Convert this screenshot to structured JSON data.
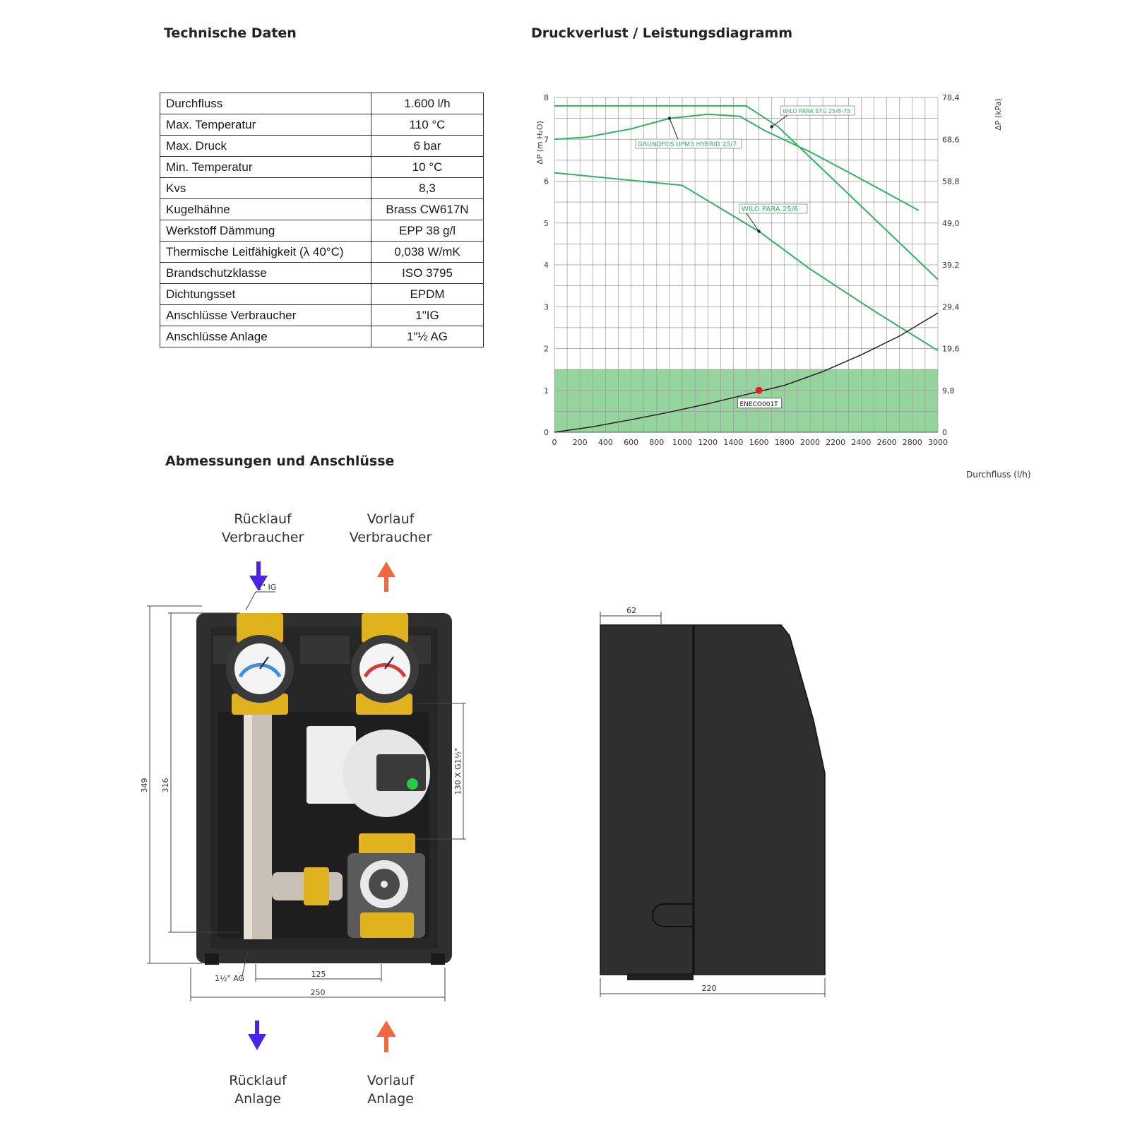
{
  "headings": {
    "tech": "Technische Daten",
    "diagram": "Druckverlust / Leistungsdiagramm",
    "dimensions": "Abmessungen und Anschlüsse"
  },
  "specs": [
    {
      "label": "Durchfluss",
      "value": "1.600 l/h"
    },
    {
      "label": "Max. Temperatur",
      "value": "110 °C"
    },
    {
      "label": "Max. Druck",
      "value": "6 bar"
    },
    {
      "label": "Min. Temperatur",
      "value": "10 °C"
    },
    {
      "label": "Kvs",
      "value": "8,3"
    },
    {
      "label": "Kugelhähne",
      "value": "Brass CW617N"
    },
    {
      "label": "Werkstoff Dämmung",
      "value": "EPP 38 g/l"
    },
    {
      "label": "Thermische Leitfähigkeit (λ 40°C)",
      "value": "0,038 W/mK"
    },
    {
      "label": "Brandschutzklasse",
      "value": "ISO 3795"
    },
    {
      "label": "Dichtungsset",
      "value": "EPDM"
    },
    {
      "label": "Anschlüsse Verbraucher",
      "value": "1\"IG"
    },
    {
      "label": "Anschlüsse Anlage",
      "value": "1\"½ AG"
    }
  ],
  "chart_data": {
    "type": "line",
    "xlabel": "Durchfluss (l/h)",
    "ylabel": "ΔP (m H₂O)",
    "ylabel_right": "ΔP (kPa)",
    "xlim": [
      0,
      3000
    ],
    "ylim": [
      0,
      8
    ],
    "grid": true,
    "x_ticks": [
      "0",
      "200",
      "400",
      "600",
      "800",
      "1000",
      "1200",
      "1400",
      "1600",
      "1800",
      "2000",
      "2200",
      "2400",
      "2600",
      "2800",
      "3000"
    ],
    "y_ticks": [
      "0",
      "1",
      "2",
      "3",
      "4",
      "5",
      "6",
      "7",
      "8"
    ],
    "y_right_ticks": [
      "0",
      "9,8",
      "19,6",
      "29,4",
      "39,2",
      "49,0",
      "58,8",
      "68,6",
      "78,4"
    ],
    "shaded_band": {
      "y": [
        0,
        1.5
      ],
      "color": "#96d49e"
    },
    "series": [
      {
        "name": "WILO PARA STG 25/8-75",
        "color": "#2eb55c",
        "x": [
          0,
          1500,
          1750,
          3000
        ],
        "y": [
          7.8,
          7.8,
          7.3,
          3.65
        ]
      },
      {
        "name": "GRUNDFOS UPM3 HYBRID 25/7",
        "color": "#2eb55c",
        "x": [
          0,
          250,
          600,
          900,
          1200,
          1450,
          1650,
          2000,
          2400,
          2850
        ],
        "y": [
          7.0,
          7.05,
          7.25,
          7.5,
          7.6,
          7.55,
          7.2,
          6.7,
          6.05,
          5.3
        ]
      },
      {
        "name": "WILO PARA 25/6",
        "color": "#2eb55c",
        "x": [
          0,
          1000,
          1600,
          2000,
          2500,
          3000
        ],
        "y": [
          6.2,
          5.9,
          4.8,
          3.9,
          2.9,
          1.95
        ]
      },
      {
        "name": "ENECO001T",
        "color": "#222222",
        "x": [
          0,
          300,
          600,
          900,
          1200,
          1500,
          1800,
          2100,
          2400,
          2700,
          3000
        ],
        "y": [
          0,
          0.13,
          0.3,
          0.48,
          0.68,
          0.9,
          1.12,
          1.45,
          1.85,
          2.3,
          2.85
        ]
      }
    ],
    "operating_point": {
      "label": "ENECO001T",
      "x": 1600,
      "y": 1.0,
      "color": "#e02020"
    }
  },
  "flows": {
    "return_consumer": "Rücklauf\nVerbraucher",
    "supply_consumer": "Vorlauf\nVerbraucher",
    "return_system": "Rücklauf\nAnlage",
    "supply_system": "Vorlauf\nAnlage"
  },
  "dims": {
    "top_conn": "1\" IG",
    "height_total": "349",
    "height_inner": "316",
    "pump_len": "130 X G1½\"",
    "bottom_conn": "1½\" AG",
    "spacing": "125",
    "width": "250",
    "depth_top": "62",
    "depth": "220"
  },
  "colors": {
    "insulation": "#2f2f2f",
    "brass": "#e0b21e",
    "arrow_return": "#4a22e8",
    "arrow_supply": "#ee6a3c",
    "curve_green": "#2eb55c"
  }
}
